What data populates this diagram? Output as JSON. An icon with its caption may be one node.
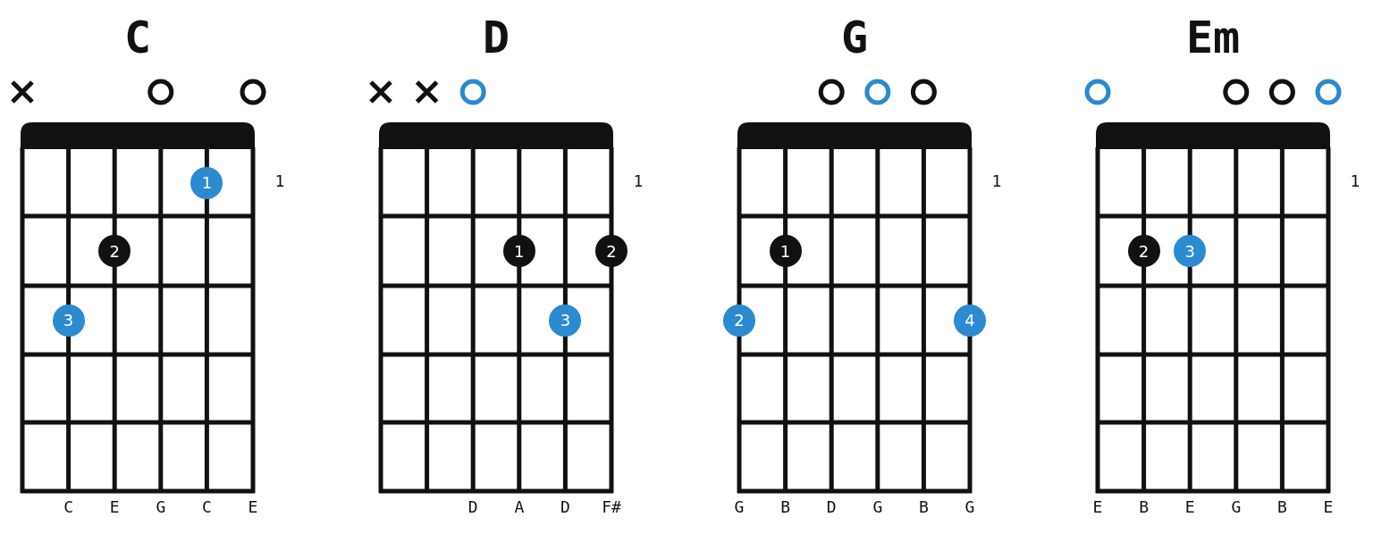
{
  "diagram": {
    "nodes": [
      {
        "text": [],
        "shape": "cross"
      },
      {
        "text": [],
        "shape": "circle"
      },
      {
        "text": [],
        "shape": "circle"
      },
      {
        "text": [
          "1"
        ]
      },
      {
        "text": [
          "2"
        ]
      },
      {
        "text": [
          "3"
        ]
      },
      {
        "text": [],
        "shape": "cross"
      },
      {
        "text": [],
        "shape": "cross"
      },
      {
        "text": [],
        "shape": "circle"
      },
      {
        "text": [
          "1"
        ]
      },
      {
        "text": [
          "2"
        ]
      },
      {
        "text": [
          "3"
        ]
      },
      {
        "text": [],
        "shape": "circle"
      },
      {
        "text": [],
        "shape": "circle"
      },
      {
        "text": [],
        "shape": "circle"
      },
      {
        "text": [
          "1"
        ]
      },
      {
        "text": [
          "2"
        ]
      },
      {
        "text": [
          "4"
        ]
      },
      {
        "text": [],
        "shape": "circle"
      },
      {
        "text": [],
        "shape": "circle"
      },
      {
        "text": [],
        "shape": "circle"
      },
      {
        "text": [],
        "shape": "circle"
      },
      {
        "text": [
          "2"
        ]
      },
      {
        "text": [
          "3"
        ]
      }
    ],
    "labels": [
      "C",
      "D",
      "G",
      "Em",
      "1",
      "1",
      "1",
      "1",
      "C",
      "E",
      "G",
      "C",
      "E",
      "D",
      "A",
      "D",
      "F#",
      "G",
      "B",
      "D",
      "G",
      "B",
      "G",
      "E",
      "B",
      "E",
      "G",
      "B",
      "E"
    ]
  }
}
